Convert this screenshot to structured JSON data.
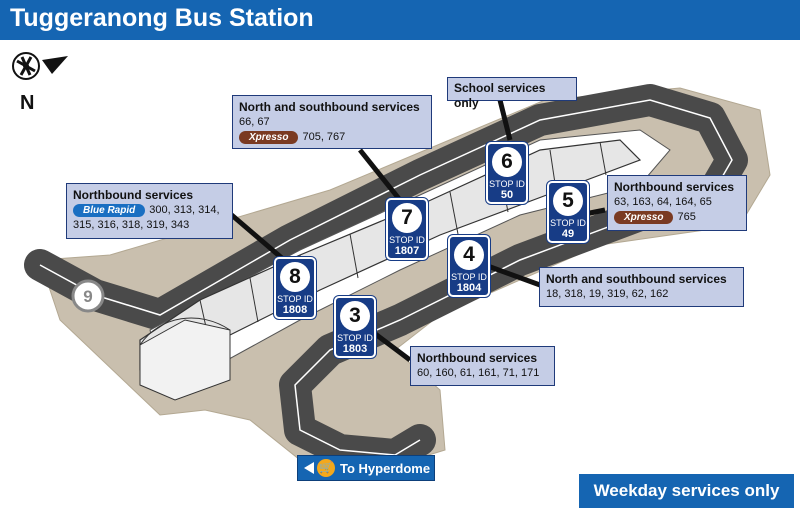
{
  "title": "Tuggeranong Bus Station",
  "compass_label": "N",
  "route_marker": "9",
  "stops": [
    {
      "number": "8",
      "stop_label": "STOP ID",
      "stop_id": "1808"
    },
    {
      "number": "7",
      "stop_label": "STOP ID",
      "stop_id": "1807"
    },
    {
      "number": "6",
      "stop_label": "STOP ID",
      "stop_id": "50"
    },
    {
      "number": "5",
      "stop_label": "STOP ID",
      "stop_id": "49"
    },
    {
      "number": "4",
      "stop_label": "STOP ID",
      "stop_id": "1804"
    },
    {
      "number": "3",
      "stop_label": "STOP ID",
      "stop_id": "1803"
    }
  ],
  "callouts": {
    "stop8": {
      "heading": "Northbound services",
      "badge": "Blue Rapid",
      "line1": "300, 313, 314,",
      "line2": "315, 316, 318, 319, 343"
    },
    "stop7": {
      "heading": "North and southbound services",
      "line1": "66, 67",
      "badge": "Xpresso",
      "line2": "705, 767"
    },
    "stop6": {
      "heading": "School services only"
    },
    "stop5": {
      "heading": "Northbound services",
      "line1": "63, 163, 64, 164, 65",
      "badge": "Xpresso",
      "line2": "765"
    },
    "stop4": {
      "heading": "North and southbound services",
      "line1": "18, 318, 19, 319, 62, 162"
    },
    "stop3": {
      "heading": "Northbound services",
      "line1": "60, 160, 61, 161, 71, 171"
    }
  },
  "hyperdome_label": "To Hyperdome",
  "weekday_label": "Weekday services only",
  "colors": {
    "title_bar": "#1565b2",
    "callout_bg": "#c5cde6",
    "stop_bg": "#173c86",
    "xpresso": "#7a3a22",
    "blue_rapid": "#1a6fc2",
    "road": "#4a4a4a",
    "ground": "#c9bfae"
  }
}
